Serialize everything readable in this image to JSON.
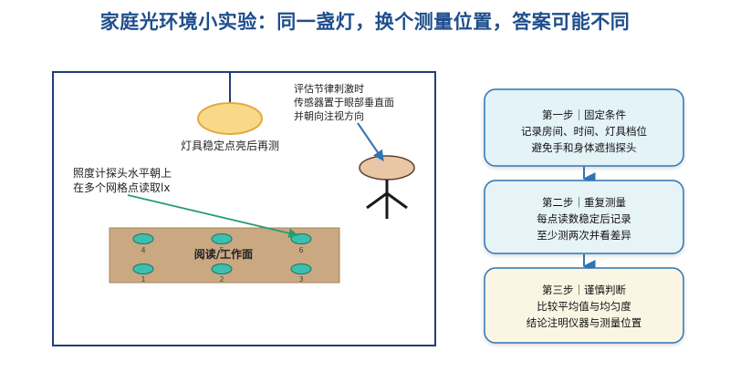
{
  "title": "家庭光环境小实验：同一盏灯，换个测量位置，答案可能不同",
  "scene": {
    "lamp_label": "灯具稳定点亮后再测",
    "meter_note": [
      "照度计探头水平朝上",
      "在多个网格点读取lx"
    ],
    "eye_note": [
      "评估节律刺激时",
      "传感器置于眼部垂直面",
      "并朝向注视方向"
    ],
    "table_label": "阅读/工作面",
    "points_top": [
      "4",
      "5",
      "6"
    ],
    "points_bottom": [
      "1",
      "2",
      "3"
    ]
  },
  "steps": [
    {
      "heading": "第一步｜固定条件",
      "lines": [
        "记录房间、时间、灯具档位",
        "避免手和身体遮挡探头"
      ]
    },
    {
      "heading": "第二步｜重复测量",
      "lines": [
        "每点读数稳定后记录",
        "至少测两次并看差异"
      ]
    },
    {
      "heading": "第三步｜谨慎判断",
      "lines": [
        "比较平均值与均匀度",
        "结论注明仪器与测量位置"
      ]
    }
  ],
  "colors": {
    "title": "#1f4e8c",
    "room_border": "#1f3f7a",
    "lamp_fill": "#f8d98a",
    "table_fill": "#c9a882",
    "point_fill": "#3cbfae",
    "green_arrow": "#2a9d6e",
    "blue_arrow": "#2f74b5",
    "step_border": "#2f74b5",
    "step1_fill": "#e3f3f8",
    "step2_fill": "#e7f4f7",
    "step3_fill": "#fbf6e4"
  }
}
